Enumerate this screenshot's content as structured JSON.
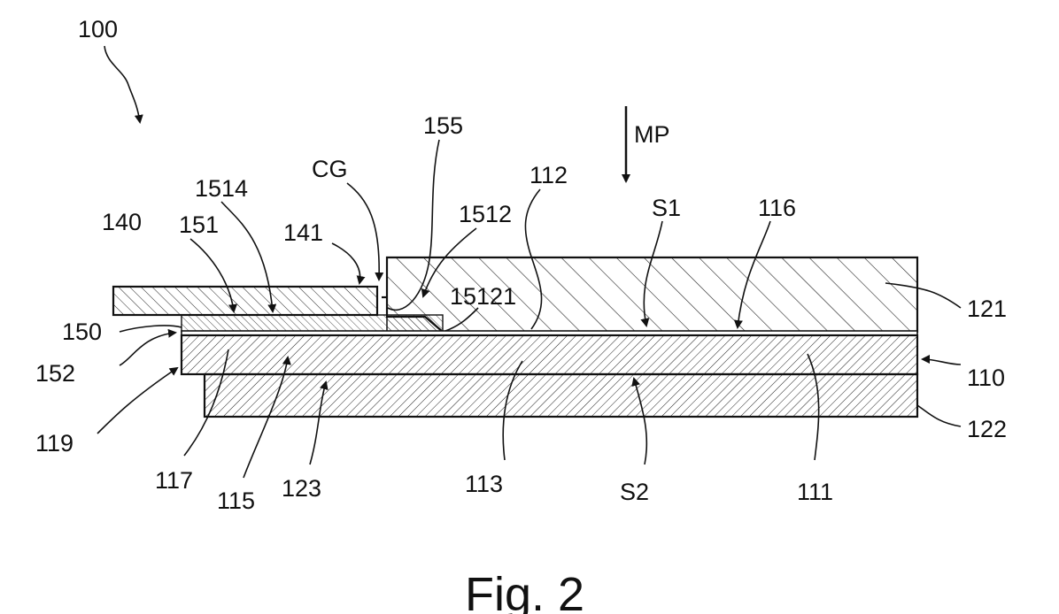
{
  "figure": {
    "caption": "Fig. 2",
    "labels": {
      "l100": "100",
      "l155": "155",
      "lMP": "MP",
      "lCG": "CG",
      "l112": "112",
      "l1514": "1514",
      "l1512": "1512",
      "lS1": "S1",
      "l116": "116",
      "l140": "140",
      "l151": "151",
      "l141": "141",
      "l15121": "15121",
      "l121": "121",
      "l150": "150",
      "l152": "152",
      "l110": "110",
      "l119": "119",
      "l122": "122",
      "l117": "117",
      "l115": "115",
      "l123": "123",
      "l113": "113",
      "lS2": "S2",
      "l111": "111"
    }
  }
}
